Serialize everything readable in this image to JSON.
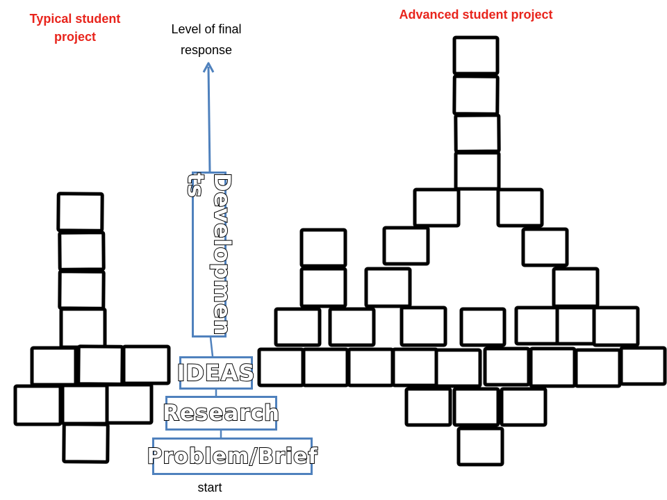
{
  "headings": {
    "typical": "Typical student\nproject",
    "advanced": "Advanced student project"
  },
  "axis": {
    "level_label": "Level of final\nresponse",
    "start_label": "start"
  },
  "stages": [
    {
      "id": "problem",
      "label": "Problem/Brief"
    },
    {
      "id": "research",
      "label": "Research"
    },
    {
      "id": "ideas",
      "label": "IDEAS"
    },
    {
      "id": "development",
      "label": "Developments"
    }
  ],
  "colors": {
    "heading_red": "#e8241c",
    "stage_border": "#4f81bd",
    "arrow": "#4f81bd",
    "block_outline": "#000000"
  }
}
